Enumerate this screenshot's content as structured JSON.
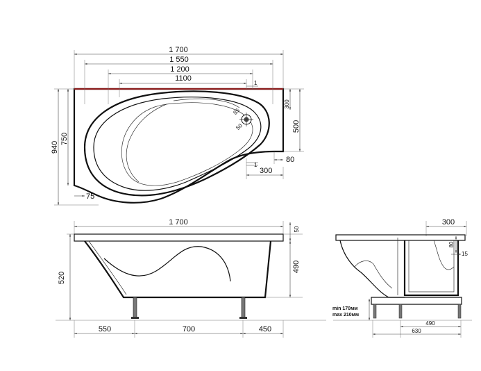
{
  "top_view": {
    "width_total": "1 700",
    "width_1550": "1 550",
    "width_1200": "1 200",
    "width_1100": "1100",
    "height_940": "940",
    "height_750": "750",
    "right_300_vertical": "300",
    "right_500": "500",
    "right_80": "80",
    "bottom_300": "300",
    "corner_75": "75",
    "drain_85": "85",
    "drain_50": "50",
    "tick_top": "1",
    "tick_bottom": "1"
  },
  "front_view": {
    "width_total": "1 700",
    "rim_50": "50",
    "height_520": "520",
    "height_490": "490",
    "leg_550": "550",
    "leg_700": "700",
    "leg_450": "450"
  },
  "side_view": {
    "top_300": "300",
    "dim_80": "80",
    "dim_15": "15",
    "min_label": "min 170мм",
    "max_label": "max 210мм",
    "base_490": "490",
    "base_630": "630"
  }
}
